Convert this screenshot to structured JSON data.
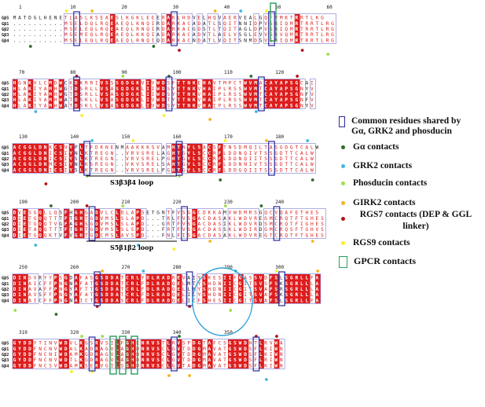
{
  "colors": {
    "conserved_bg": "#dd1c1c",
    "similar_fg": "#dd1c1c",
    "frame": "#7a7ad0",
    "common": "#2b2b9c",
    "ga": "#2e6b2e",
    "grk2": "#3fb6e6",
    "phosducin": "#9be04a",
    "girk2": "#f4b51e",
    "rgs7": "#b01515",
    "rgs9": "#f6f02a",
    "gpcr": "#2a9d5a",
    "circle": "#2c9fd8"
  },
  "sequence_names": [
    "Gβ5",
    "Gβ1",
    "Gβ2",
    "Gβ3",
    "Gβ4"
  ],
  "blocks": [
    {
      "ticks": [
        "1",
        "10",
        "20",
        "30",
        "40",
        "50",
        "60"
      ],
      "seqs": [
        "MATDGLHENETLASLKSEAESLKGKLEEERAKLHDVELHQVAERVEALGQFVMKTRRTLKG",
        "..........MSELDQLRQEAEQLKNQIRDARKACADATLSQITNNIDPVGRIQMRTRRTLRG",
        "..........MSELEQLRQEAEQLRNQIRDARKACGDSTLTQITAGLDPVGRIQMRTRRTLRG",
        "..........MGEMEQLRQEAEQLKKQIADARKACADVTLAELVSGLEVVGRVQMRTRRTLRG",
        "..........MSELEQLRQEAEQLRNQIQDARKACNDATLVQITSNMDSVGRIQMRTRRTLRG"
      ],
      "caption": ""
    },
    {
      "ticks": [
        "70",
        "80",
        "90",
        "100",
        "110",
        "120"
      ],
      "seqs": [
        "HGNKVLCMDWCKDKRRIVSSSQDGKVIVWDSFTTNKEHAVTMPCTWVMACAYAPSGCAI",
        "HLAKIYAMHWGTDSRLLVSASQDGKLIIWDSYTTNKVHAIPLRSSWVMTCAYAPSGNYV",
        "HLAKIYAMHWGTDSRLLVSASQDGKLIIWDSYTTNKVHAIPLRSSWVMTCAYAPSGNFV",
        "HLAKIYAMHWATDSKLLVSASQDGKLIVWDTYTTNKVHAIPLRSSWVMTCAYAPSGNFV",
        "HLAKIYAMHWATDSKLLVSASQDGKLIVWDSYTTNKVHAIPLRSSWVMTCAYAPSGNYV"
      ],
      "caption": ""
    },
    {
      "ticks": [
        "130",
        "140",
        "150",
        "160",
        "170",
        "180"
      ],
      "seqs": [
        "ACGGLDNKCSVYPLTFDKNENMAAKKKSVAMHTNYLSACSFTNSDMQILTASGDGTCALW",
        "ACGGLDNICSIYNLKTREGN..VRVSRELAGHTGYLSCCRFLDDNQIVTSSGDTTCALW",
        "ACGGLDNICSIYSLKTREGN..VRVSRELPGHTGYLSCCRFLDDNQIITSSGDTTCALW",
        "ACGGLDNMCSIYNLKSREGN..VKVSRELSAHTGYLSCCRFLDDNNIVTSSGDTTCALW",
        "ACGGLDNICSIYSLKTREGN..VRVSRELPGHTGYLSCCRFLDDGQIITSSGDTTCALW"
      ],
      "caption": "S3β3β4 loop"
    },
    {
      "ticks": [
        "190",
        "200",
        "210",
        "220",
        "230",
        "240"
      ],
      "seqs": [
        "DVESGQLLQSFHGHGADVLCLDLAPSETGNTFVSGGCDKKAMVWDMRSGQCVQAFETHES",
        "DIETGQQTTTFTGHTGDVMSLSLAPD...TRLFVSGACDASAKLWDVREGMCRQTFTGHES",
        "DIETGQQTVGFAGHSGDVMSLSLAPD...GRTFVSGACDASIKLWDVRDSMCRQTFIGHES",
        "DIETAQQTTTFTGHTGDVMSLSLSPD...FRTFVSGACDASSKLWDIRDGMCRQSFTGHVS",
        "DIETGQQKTVFVGHTGDCMSLAVSPD...FNLFISGACDASAKLWDVREGTCRQTFTGHES"
      ],
      "caption": "S5β1β2 loop"
    },
    {
      "ticks": [
        "250",
        "260",
        "270",
        "280",
        "290",
        "300"
      ],
      "seqs": [
        "DINSVRYYPSGDAFASGSDDATCRLYDLRADREVAIYSKESIIFGASSVDFSLSGRLLFA",
        "DINAICFFPNGNAFATGSDDATCRLFDLRADQELMTYSHDNIICGITSVSFSKSGRLLLA",
        "DINAVAFFPNGYAFTTGSDDATCRLFDLRADQELLMYSHDNIICGITSVAFSRSGRLLLA",
        "DINAVSFFPNGYAFATGSDDATCRLFDLRADQELILYSHDNIICGITSVAFSKSGRLLLA",
        "DINAICFFPNGNAICTGSDDASCRLFDLRADQELICFSHESIICGITSVAFSLSGRLLFA"
      ],
      "caption": ""
    },
    {
      "ticks": [
        "310",
        "320",
        "330",
        "340",
        "350"
      ],
      "seqs": [
        "GYDDYTINVWDVLKGSRVSILFGHENRVSTLRVSPDGTAFCSGSWDHTLRVWA",
        "GYDDFNCNVWDALKADRAGVLAGHDNRVSCLGVTDDGMAVATGSWDSFLKIWN",
        "GYDDFNCNIWDAMKGDRAGVLAGHDNRVSCLGVTDDGMAVATGSWDSFLKIWN",
        "GYDDFNCNVWDTLKGDRAGVLAGHDNRVSCLGVTDDGMAVATGSWDSFLRIWN",
        "GYDDFNCSVWDAMKSERVGILSGHDNRVSCLGVTADGMAVATGSWDSFLKIWN"
      ],
      "caption": ""
    }
  ],
  "legend": [
    {
      "kind": "box",
      "label": "Common residues shared by Gα, GRK2 and phosducin",
      "color_key": "common"
    },
    {
      "kind": "dot",
      "label": "Gα contacts",
      "color_key": "ga"
    },
    {
      "kind": "dot",
      "label": "GRK2 contacts",
      "color_key": "grk2"
    },
    {
      "kind": "dot",
      "label": "Phosducin contacts",
      "color_key": "phosducin"
    },
    {
      "kind": "dot",
      "label": "GIRK2 contacts",
      "color_key": "girk2"
    },
    {
      "kind": "dot",
      "label": "RGS7 contacts (DEP & GGL linker)",
      "color_key": "rgs7"
    },
    {
      "kind": "dot",
      "label": "RGS9 contacts",
      "color_key": "rgs9"
    },
    {
      "kind": "gbox",
      "label": "GPCR contacts",
      "color_key": "gpcr"
    }
  ]
}
